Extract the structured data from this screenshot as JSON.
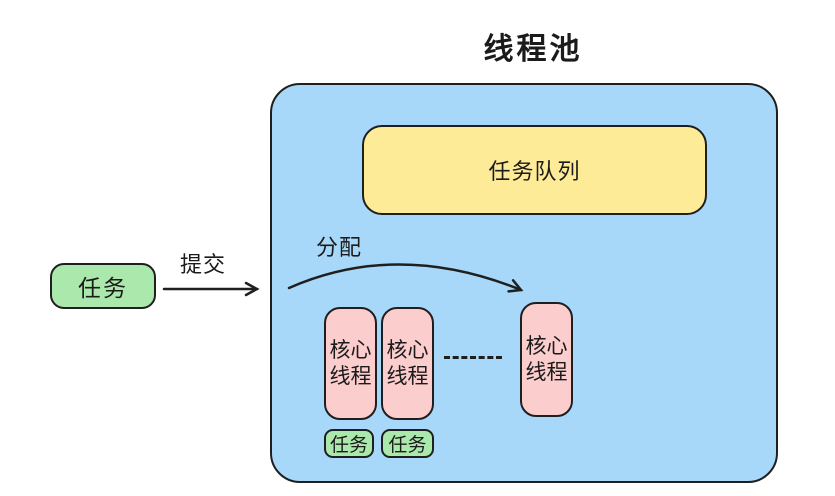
{
  "title": "线程池",
  "colors": {
    "pool_fill": "#a7d8fa",
    "queue_fill": "#feeb97",
    "thread_fill": "#fbcdcd",
    "task_fill": "#abe8ac",
    "stroke": "#1f1f1f"
  },
  "pool": {
    "queue_label": "任务队列",
    "core_threads": [
      {
        "line1": "核心",
        "line2": "线程"
      },
      {
        "line1": "核心",
        "line2": "线程"
      },
      {
        "line1": "核心",
        "line2": "线程"
      }
    ],
    "attached_tasks": [
      {
        "label": "任务"
      },
      {
        "label": "任务"
      }
    ]
  },
  "external": {
    "task_label": "任务"
  },
  "arrows": {
    "submit_label": "提交",
    "dispatch_label": "分配"
  }
}
